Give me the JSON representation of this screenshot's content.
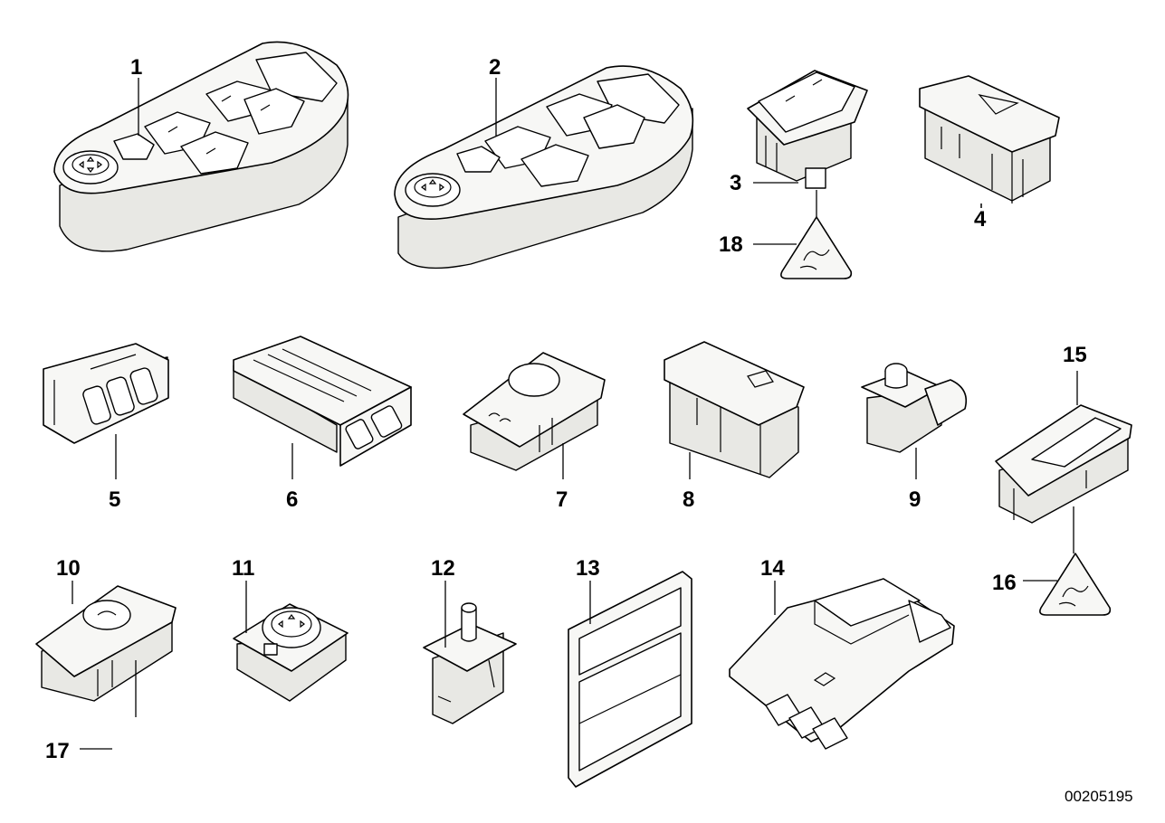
{
  "diagram": {
    "reference_number": "00205195",
    "callouts": [
      {
        "id": "1",
        "label": "1"
      },
      {
        "id": "2",
        "label": "2"
      },
      {
        "id": "3",
        "label": "3"
      },
      {
        "id": "4",
        "label": "4"
      },
      {
        "id": "5",
        "label": "5"
      },
      {
        "id": "6",
        "label": "6"
      },
      {
        "id": "7",
        "label": "7"
      },
      {
        "id": "8",
        "label": "8"
      },
      {
        "id": "9",
        "label": "9"
      },
      {
        "id": "10",
        "label": "10"
      },
      {
        "id": "11",
        "label": "11"
      },
      {
        "id": "12",
        "label": "12"
      },
      {
        "id": "13",
        "label": "13"
      },
      {
        "id": "14",
        "label": "14"
      },
      {
        "id": "15",
        "label": "15"
      },
      {
        "id": "16",
        "label": "16"
      },
      {
        "id": "17",
        "label": "17"
      },
      {
        "id": "18",
        "label": "18"
      }
    ]
  }
}
